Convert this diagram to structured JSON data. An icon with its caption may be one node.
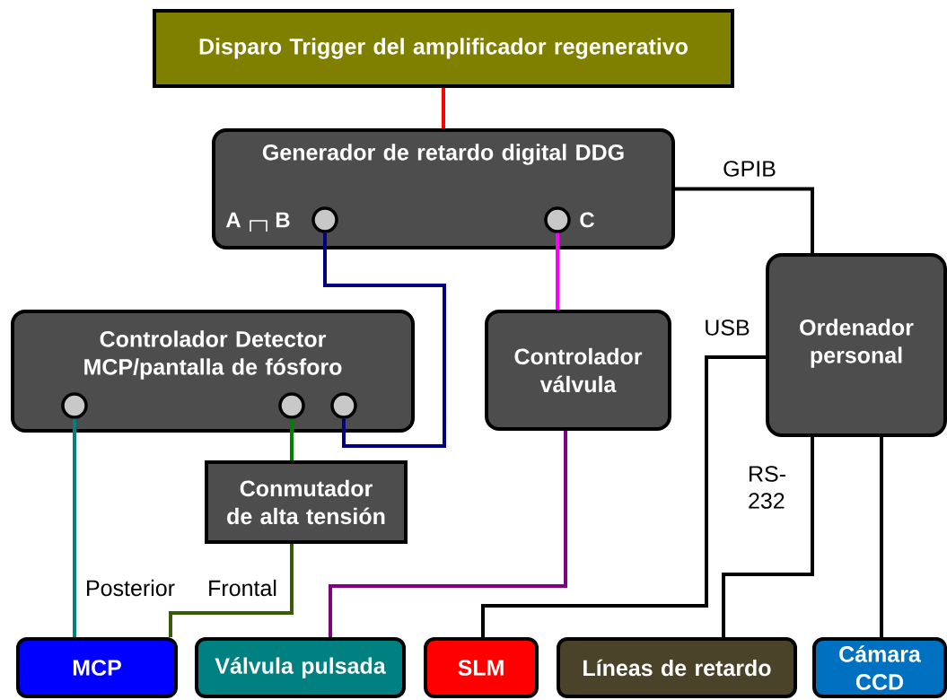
{
  "diagram": {
    "nodes": [
      {
        "text": [
          "Disparo Trigger del amplificador regenerativo"
        ]
      },
      {
        "text": [
          "Generador de retardo digital DDG"
        ]
      },
      {
        "text": [],
        "shape": "circle",
        "in": 1
      },
      {
        "text": [],
        "shape": "circle",
        "in": 1
      },
      {
        "text": [
          "Controlador Detector MCP/pantalla de fósforo"
        ]
      },
      {
        "text": [],
        "shape": "circle",
        "in": 4
      },
      {
        "text": [],
        "shape": "circle",
        "in": 4
      },
      {
        "text": [],
        "shape": "circle",
        "in": 4
      },
      {
        "text": [
          "Controlador válvula"
        ]
      },
      {
        "text": [
          "Ordenador personal"
        ]
      },
      {
        "text": [
          "Conmutador de alta tensión"
        ]
      },
      {
        "text": [
          "MCP"
        ]
      },
      {
        "text": [
          "Válvula pulsada"
        ]
      },
      {
        "text": [
          "SLM"
        ]
      },
      {
        "text": [
          "Líneas de retardo"
        ]
      },
      {
        "text": [
          "Cámara CCD"
        ]
      }
    ],
    "edges": [
      {
        "from": 0,
        "to": 1,
        "arrow": "none",
        "color": "#ff0000"
      },
      {
        "from": 2,
        "to": 7,
        "arrow": "none",
        "color": "#000080"
      },
      {
        "from": 3,
        "to": 8,
        "arrow": "none",
        "color": "#ff00ff"
      },
      {
        "from": 1,
        "to": 9,
        "arrow": "none",
        "label": "GPIB"
      },
      {
        "from": 5,
        "to": 11,
        "arrow": "none",
        "label": "Posterior",
        "color": "#008080"
      },
      {
        "from": 6,
        "to": 10,
        "arrow": "none",
        "color": "#008000"
      },
      {
        "from": 10,
        "to": 11,
        "arrow": "none",
        "label": "Frontal",
        "color": "#385d0a"
      },
      {
        "from": 8,
        "to": 12,
        "arrow": "none",
        "color": "#800080"
      },
      {
        "from": 9,
        "to": 13,
        "arrow": "none",
        "label": "USB"
      },
      {
        "from": 9,
        "to": 14,
        "arrow": "none",
        "label": "RS-232"
      },
      {
        "from": 9,
        "to": 15,
        "arrow": "none"
      }
    ],
    "labels": [
      "A",
      "B",
      "C"
    ]
  }
}
